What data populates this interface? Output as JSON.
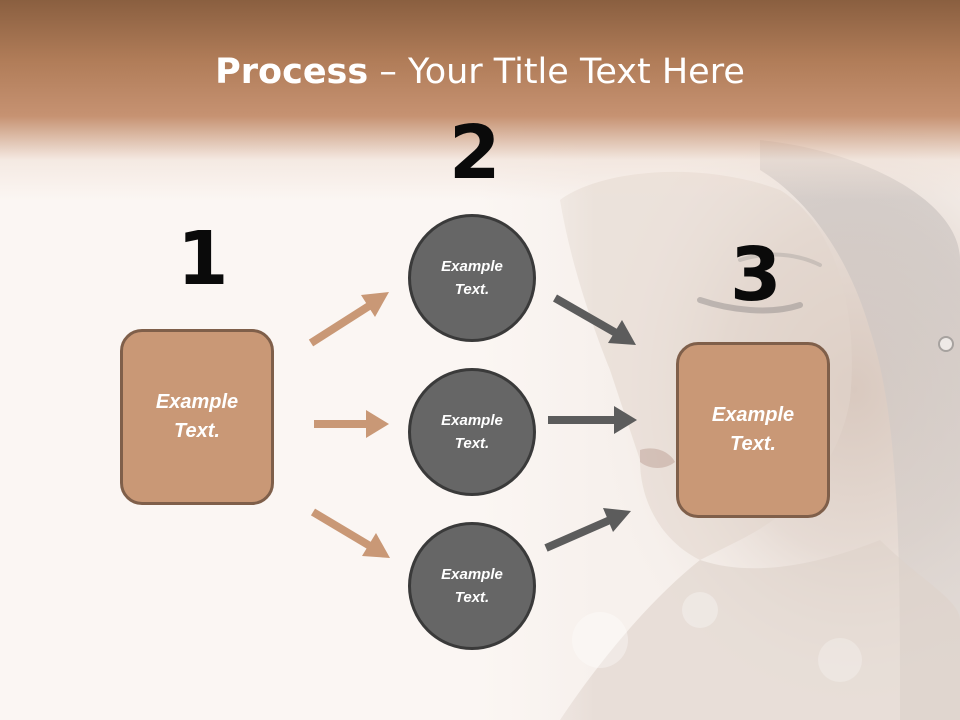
{
  "title": {
    "bold": "Process",
    "rest": " – Your Title Text Here"
  },
  "steps": [
    {
      "number": "1",
      "text": "Example\nText."
    },
    {
      "number": "2",
      "text": ""
    },
    {
      "number": "3",
      "text": "Example\nText."
    }
  ],
  "circles": [
    {
      "text": "Example\nText."
    },
    {
      "text": "Example\nText."
    },
    {
      "text": "Example\nText."
    }
  ],
  "colors": {
    "header": "#b07c58",
    "box": "#c99876",
    "box_border": "#7f5f4a",
    "circle": "#666666",
    "circle_border": "#3a3a3a",
    "arrow_tan": "#c99876",
    "arrow_gray": "#5c5c5c"
  }
}
